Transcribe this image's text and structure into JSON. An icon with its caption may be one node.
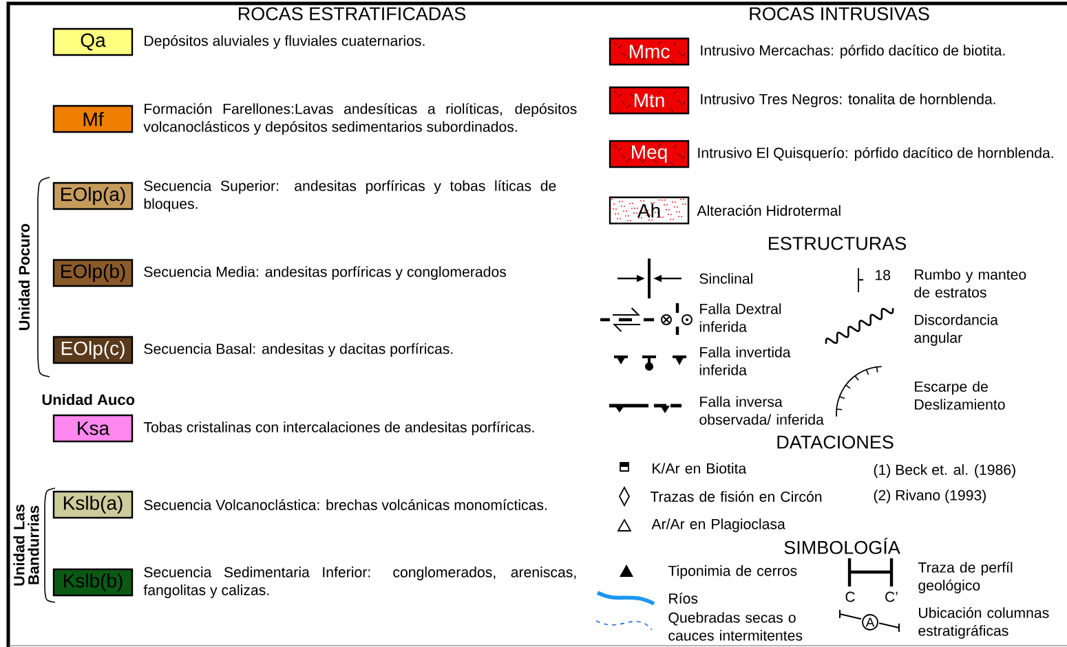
{
  "diagram": {
    "nodes": [
      {
        "text": [
          "Qa"
        ],
        "beside": [
          "Depósitos aluviales y fluviales cuaternarios."
        ]
      },
      {
        "text": [
          "Mf"
        ],
        "beside": [
          "Formación Farellones:Lavas andesíticas a riolíticas, depósitos volcanoclásticos y depósitos sedimentarios subordinados."
        ]
      },
      {
        "text": [
          "EOlp(a)"
        ],
        "beside": [
          "Secuencia Superior: andesitas porfíricas y tobas líticas de bloques."
        ]
      },
      {
        "text": [
          "EOlp(b)"
        ],
        "beside": [
          "Secuencia Media: andesitas porfíricas y conglomerados"
        ]
      },
      {
        "text": [
          "EOlp(c)"
        ],
        "beside": [
          "Secuencia Basal: andesitas y dacitas porfíricas."
        ]
      },
      {
        "text": [
          "Ksa"
        ],
        "beside": [
          "Tobas cristalinas con intercalaciones de andesitas porfíricas."
        ]
      },
      {
        "text": [
          "Kslb(a)"
        ],
        "beside": [
          "Secuencia Volcanoclástica: brechas volcánicas monomícticas."
        ]
      },
      {
        "text": [
          "Kslb(b)"
        ],
        "beside": [
          "Secuencia Sedimentaria Inferior: conglomerados, areniscas, fangolitas y calizas."
        ]
      },
      {
        "text": [
          "Mmc"
        ],
        "beside": [
          "Intrusivo Mercachas: pórfido dacítico de biotita."
        ]
      },
      {
        "text": [
          "Mtn"
        ],
        "beside": [
          "Intrusivo Tres Negros: tonalita de hornblenda."
        ]
      },
      {
        "text": [
          "Meq"
        ],
        "beside": [
          "Intrusivo El Quisquerío: pórfido dacítico de hornblenda."
        ]
      },
      {
        "text": [
          "Ah"
        ],
        "beside": [
          "Alteración Hidrotermal"
        ]
      }
    ],
    "labels": [
      "ROCAS ESTRATIFICADAS",
      "ROCAS INTRUSIVAS",
      "Unidad Pocuro",
      "ESTRUCTURAS",
      "18",
      "Unidad Auco",
      "DATACIONES",
      "(1) Beck et. al. (1986)",
      "(2) Rivano (1993)",
      "Unidad Las Bandurrias",
      "SIMBOLOGÍA",
      "C",
      "C’",
      "A"
    ],
    "legend": [
      {
        "text": "Sinclinal"
      },
      {
        "text": "Rumbo y manteo de estratos"
      },
      {
        "text": "Falla Dextral inferida"
      },
      {
        "text": "Discordancia angular"
      },
      {
        "text": "Falla invertida inferida"
      },
      {
        "text": "Escarpe de Deslizamiento"
      },
      {
        "text": "Falla inversa observada/ inferida"
      },
      {
        "text": "K/Ar en Biotita"
      },
      {
        "text": "Trazas de fisión en Circón"
      },
      {
        "text": "Ar/Ar en Plagioclasa"
      },
      {
        "text": "Tiponimia de cerros"
      },
      {
        "text": "Traza de perfíl geológico"
      },
      {
        "text": "Ríos"
      },
      {
        "text": "Quebradas secas o cauces intermitentes"
      },
      {
        "text": "Ubicación columnas estratigráficas"
      }
    ]
  }
}
